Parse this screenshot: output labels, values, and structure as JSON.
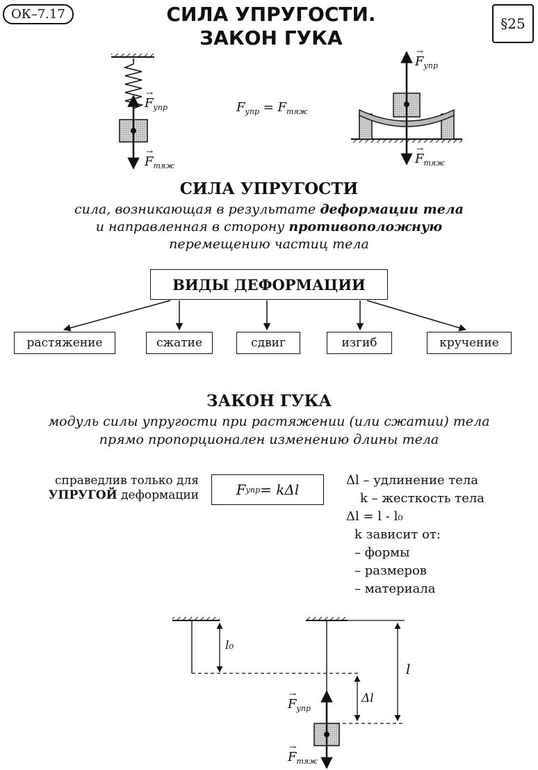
{
  "header": {
    "code": "ОК–7.17",
    "paragraph": "§25",
    "title_line1": "СИЛА УПРУГОСТИ.",
    "title_line2": "ЗАКОН ГУКА"
  },
  "top_diagrams": {
    "force_elastic": "F",
    "force_elastic_sub": "упр",
    "force_gravity": "F",
    "force_gravity_sub": "тяж",
    "equality_left": "F",
    "equality_left_sub": "упр",
    "equality_sign": " = ",
    "equality_right": "F",
    "equality_right_sub": "тяж"
  },
  "elastic_force": {
    "heading": "СИЛА УПРУГОСТИ",
    "line1_a": "сила, возникающая в результате ",
    "line1_b": "деформации тела",
    "line2_a": "и направленная в сторону ",
    "line2_b": "противоположную",
    "line3": "перемещению частиц тела"
  },
  "deformations": {
    "title": "ВИДЫ ДЕФОРМАЦИИ",
    "items": [
      "растяжение",
      "сжатие",
      "сдвиг",
      "изгиб",
      "кручение"
    ]
  },
  "hooke": {
    "heading": "ЗАКОН ГУКА",
    "line1": "модуль силы упругости при растяжении (или сжатии) тела",
    "line2": "прямо пропорционален изменению длины тела",
    "note_line1": "справедлив только для",
    "note_bold": "УПРУГОЙ",
    "note_rest": " деформации",
    "formula_f": "F",
    "formula_sub": "упр",
    "formula_rhs": " = kΔl",
    "notes": [
      "Δl – удлинение тела",
      "k – жесткость тела",
      "Δl = l - l₀",
      "k зависит от:",
      "– формы",
      "–  размеров",
      "– материала"
    ]
  },
  "bottom_diagram": {
    "l0": "l₀",
    "l": "l",
    "dl": "Δl",
    "f_elastic": "F",
    "f_elastic_sub": "упр",
    "f_gravity": "F",
    "f_gravity_sub": "тяж"
  }
}
